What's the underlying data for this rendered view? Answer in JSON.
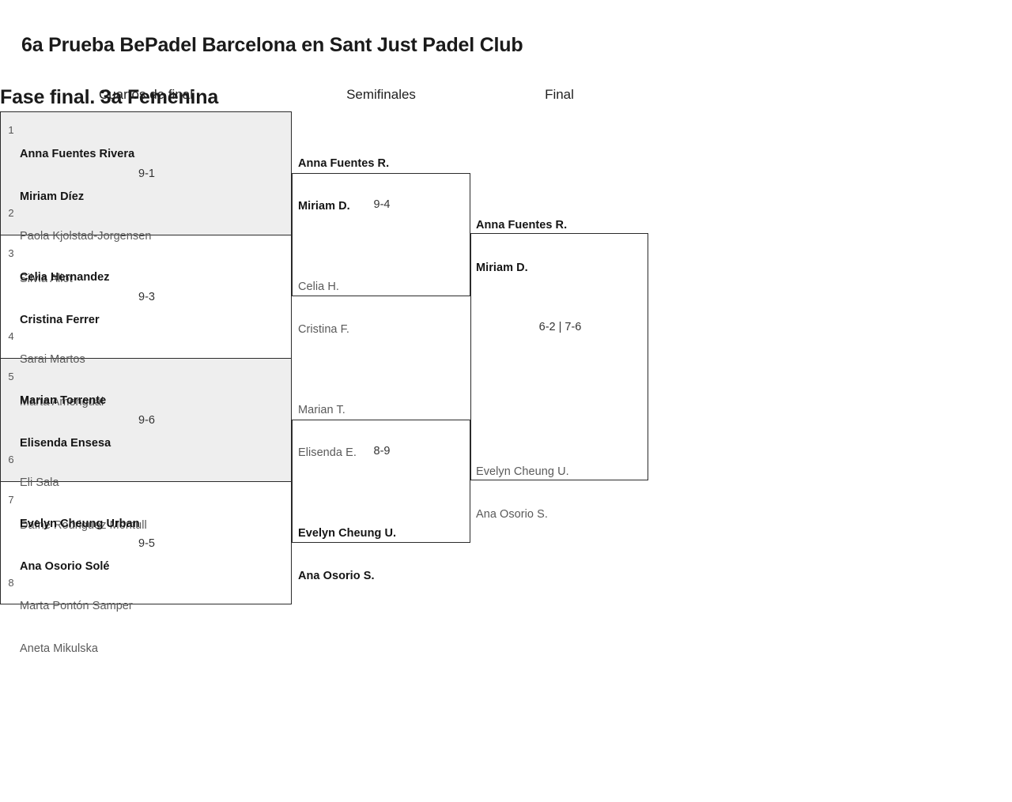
{
  "title": {
    "line1": "6a Prueba BePadel Barcelona en Sant Just Padel Club",
    "line2": "Fase final. 3a Femenina"
  },
  "rounds": [
    {
      "key": "qf",
      "label": "Cuartos de final"
    },
    {
      "key": "sf",
      "label": "Semifinales"
    },
    {
      "key": "final",
      "label": "Final"
    }
  ],
  "colors": {
    "shade": "#eeeeee",
    "border": "#2b2b2b",
    "winner_text": "#141414",
    "loser_text": "#5a5a5a",
    "seed_text": "#555555"
  },
  "quarterfinals": [
    {
      "score": "9-1",
      "top": {
        "seed": "1",
        "p1": "Anna Fuentes Rivera",
        "p2": "Miriam Díez",
        "result": "winner"
      },
      "bottom": {
        "seed": "2",
        "p1": "Paola Kjolstad-Jorgensen",
        "p2": "Silvia Aliot",
        "result": "loser"
      }
    },
    {
      "score": "9-3",
      "top": {
        "seed": "3",
        "p1": "Celia Hernandez",
        "p2": "Cristina Ferrer",
        "result": "winner"
      },
      "bottom": {
        "seed": "4",
        "p1": "Sarai Martos",
        "p2": "Marta Amengual",
        "result": "loser"
      }
    },
    {
      "score": "9-6",
      "top": {
        "seed": "5",
        "p1": "Marian Torrente",
        "p2": "Elisenda Ensesa",
        "result": "winner"
      },
      "bottom": {
        "seed": "6",
        "p1": "Eli Sala",
        "p2": "Dafne Rodriguez Montull",
        "result": "loser"
      }
    },
    {
      "score": "9-5",
      "top": {
        "seed": "7",
        "p1": "Evelyn Cheung Urban",
        "p2": "Ana Osorio Solé",
        "result": "winner"
      },
      "bottom": {
        "seed": "8",
        "p1": "Marta Pontón Samper",
        "p2": "Aneta Mikulska",
        "result": "loser"
      }
    }
  ],
  "semifinals": [
    {
      "score": "9-4",
      "top": {
        "p1": "Anna Fuentes R.",
        "p2": "Miriam D.",
        "result": "winner"
      },
      "bottom": {
        "p1": "Celia H.",
        "p2": "Cristina F.",
        "result": "loser"
      }
    },
    {
      "score": "8-9",
      "top": {
        "p1": "Marian T.",
        "p2": "Elisenda E.",
        "result": "loser"
      },
      "bottom": {
        "p1": "Evelyn Cheung U.",
        "p2": "Ana Osorio S.",
        "result": "winner"
      }
    }
  ],
  "final": {
    "score": "6-2 | 7-6",
    "top": {
      "p1": "Anna Fuentes R.",
      "p2": "Miriam D.",
      "result": "winner"
    },
    "bottom": {
      "p1": "Evelyn Cheung U.",
      "p2": "Ana Osorio S.",
      "result": "loser"
    }
  }
}
